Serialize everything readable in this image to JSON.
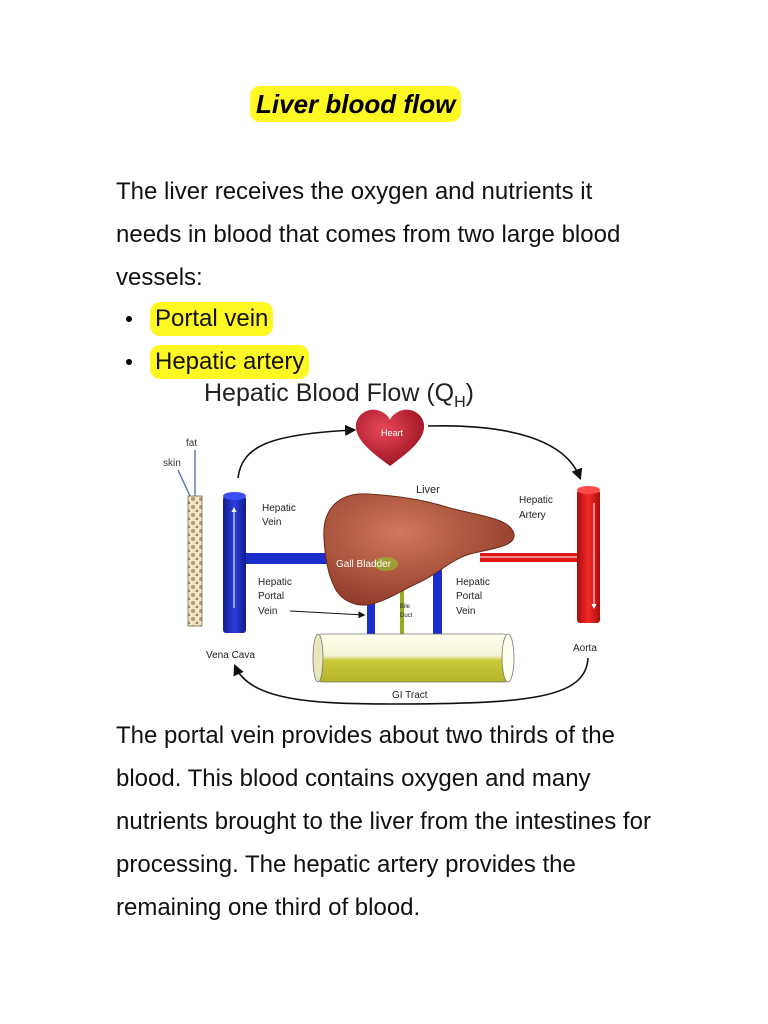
{
  "title": "Liver blood flow",
  "intro": "The liver receives the oxygen and nutrients it needs in blood that comes from two large blood vessels:",
  "bullets": [
    "Portal vein",
    "Hepatic artery"
  ],
  "figure": {
    "title": "Hepatic Blood Flow (Q",
    "title_sub": "H",
    "title_close": ")",
    "labels": {
      "fat": "fat",
      "skin": "skin",
      "heart": "Heart",
      "liver": "Liver",
      "hepatic_vein": [
        "Hepatic",
        "Vein"
      ],
      "hepatic_artery": [
        "Hepatic",
        "Artery"
      ],
      "gall_bladder": "Gall Bladder",
      "bile_duct": [
        "Bile",
        "Duct"
      ],
      "portal_vein_left": [
        "Hepatic",
        "Portal",
        "Vein"
      ],
      "portal_vein_right": [
        "Hepatic",
        "Portal",
        "Vein"
      ],
      "vena_cava": "Vena Cava",
      "aorta": "Aorta",
      "gi_tract": "GI Tract"
    },
    "colors": {
      "vein": "#1b2ecc",
      "artery": "#e01818",
      "heart": "#c41e2a",
      "liver": "#a24a36",
      "gi_fill": "#c8c83a"
    }
  },
  "closing": "The portal vein provides about two thirds of the blood. This blood contains oxygen and many nutrients brought to the liver from the intestines for processing. The hepatic artery provides the remaining one third of blood."
}
